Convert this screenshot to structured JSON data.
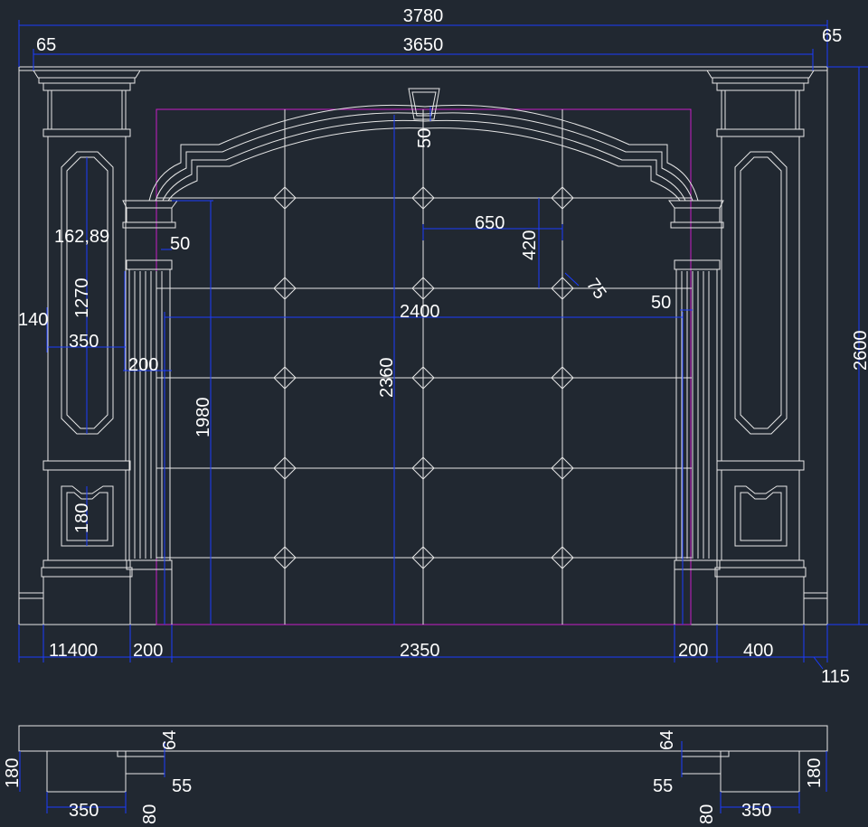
{
  "dimensions": {
    "total_width": "3780",
    "inner_width": "3650",
    "left_margin": "65",
    "right_margin": "65",
    "total_height": "2600",
    "arch_key_height": "50",
    "panel_width": "650",
    "panel_height": "420",
    "diamond_size": "75",
    "left_gap": "50",
    "right_gap": "50",
    "opening_width": "2400",
    "opening_height": "2360",
    "inner_height": "1980",
    "oval_radius": "162,89",
    "oval_height": "1270",
    "plinth_left": "140",
    "pilaster_width": "350",
    "column_width": "200",
    "small_panel_height": "180",
    "bottom_left": "11400",
    "bottom_col_left": "200",
    "bottom_center": "2350",
    "bottom_col_right": "200",
    "bottom_right": "400",
    "bottom_offset": "115",
    "plan_left_depth": "180",
    "plan_left_step": "64",
    "plan_left_width": "350",
    "plan_left_col": "80",
    "plan_left_col_step": "55",
    "plan_right_step": "64",
    "plan_right_col_step": "55",
    "plan_right_col": "80",
    "plan_right_width": "350",
    "plan_right_depth": "180"
  },
  "colors": {
    "background": "#212831",
    "lines": "#e6e6e6",
    "dimension_lines": "#1a3cff",
    "layer_magenta": "#c81ec8",
    "text": "#ffffff"
  }
}
